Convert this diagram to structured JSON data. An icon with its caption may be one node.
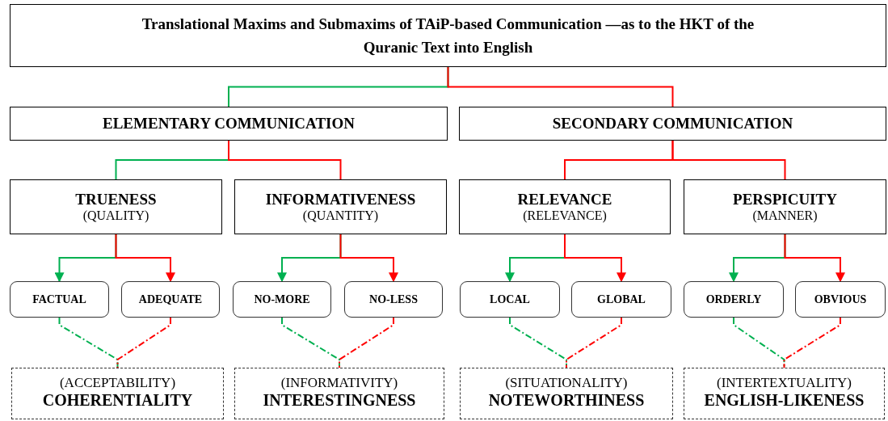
{
  "diagram": {
    "nodes": [
      {
        "text": [
          "Translational Maxims and Submaxims of TAiP-based Communication —as to the HKT of the Quranic Text into English"
        ]
      },
      {
        "text": [
          "ELEMENTARY COMMUNICATION"
        ]
      },
      {
        "text": [
          "SECONDARY COMMUNICATION"
        ]
      },
      {
        "text": [
          "TRUENESS",
          "(QUALITY)"
        ]
      },
      {
        "text": [
          "INFORMATIVENESS",
          "(QUANTITY)"
        ]
      },
      {
        "text": [
          "RELEVANCE",
          "(RELEVANCE)"
        ]
      },
      {
        "text": [
          "PERSPICUITY",
          "(MANNER)"
        ]
      },
      {
        "text": [
          "FACTUAL"
        ]
      },
      {
        "text": [
          "ADEQUATE"
        ]
      },
      {
        "text": [
          "NO-MORE"
        ]
      },
      {
        "text": [
          "NO-LESS"
        ]
      },
      {
        "text": [
          "LOCAL"
        ]
      },
      {
        "text": [
          "GLOBAL"
        ]
      },
      {
        "text": [
          "ORDERLY"
        ]
      },
      {
        "text": [
          "OBVIOUS"
        ]
      },
      {
        "text": [
          "(ACCEPTABILITY)",
          "COHERENTIALITY"
        ]
      },
      {
        "text": [
          "(INFORMATIVITY)",
          "INTERESTINGNESS"
        ]
      },
      {
        "text": [
          "(SITUATIONALITY)",
          "NOTEWORTHINESS"
        ]
      },
      {
        "text": [
          "(INTERTEXTUALITY)",
          "ENGLISH-LIKENESS"
        ]
      }
    ],
    "edges": [
      {
        "from": 0,
        "to": 1,
        "arrow": "none",
        "color": "#00b050"
      },
      {
        "from": 0,
        "to": 2,
        "arrow": "none",
        "color": "#ff0000"
      },
      {
        "from": 1,
        "to": 3,
        "arrow": "none",
        "color": "#00b050"
      },
      {
        "from": 1,
        "to": 4,
        "arrow": "none",
        "color": "#ff0000"
      },
      {
        "from": 2,
        "to": 5,
        "arrow": "none",
        "color": "#ff0000"
      },
      {
        "from": 2,
        "to": 6,
        "arrow": "none",
        "color": "#ff0000"
      },
      {
        "from": 3,
        "to": 7,
        "arrow": "to",
        "color": "#00b050"
      },
      {
        "from": 3,
        "to": 8,
        "arrow": "to",
        "color": "#ff0000"
      },
      {
        "from": 4,
        "to": 9,
        "arrow": "to",
        "color": "#00b050"
      },
      {
        "from": 4,
        "to": 10,
        "arrow": "to",
        "color": "#ff0000"
      },
      {
        "from": 5,
        "to": 11,
        "arrow": "to",
        "color": "#00b050"
      },
      {
        "from": 5,
        "to": 12,
        "arrow": "to",
        "color": "#ff0000"
      },
      {
        "from": 6,
        "to": 13,
        "arrow": "to",
        "color": "#00b050"
      },
      {
        "from": 6,
        "to": 14,
        "arrow": "to",
        "color": "#ff0000"
      },
      {
        "from": 7,
        "to": 15,
        "arrow": "none",
        "style": "dashed",
        "color": "#00b050"
      },
      {
        "from": 8,
        "to": 15,
        "arrow": "none",
        "style": "dashed",
        "color": "#ff0000"
      },
      {
        "from": 9,
        "to": 16,
        "arrow": "none",
        "style": "dashed",
        "color": "#00b050"
      },
      {
        "from": 10,
        "to": 16,
        "arrow": "none",
        "style": "dashed",
        "color": "#ff0000"
      },
      {
        "from": 11,
        "to": 17,
        "arrow": "none",
        "style": "dashed",
        "color": "#00b050"
      },
      {
        "from": 12,
        "to": 17,
        "arrow": "none",
        "style": "dashed",
        "color": "#ff0000"
      },
      {
        "from": 13,
        "to": 18,
        "arrow": "none",
        "style": "dashed",
        "color": "#00b050"
      },
      {
        "from": 14,
        "to": 18,
        "arrow": "none",
        "style": "dashed",
        "color": "#ff0000"
      }
    ]
  }
}
